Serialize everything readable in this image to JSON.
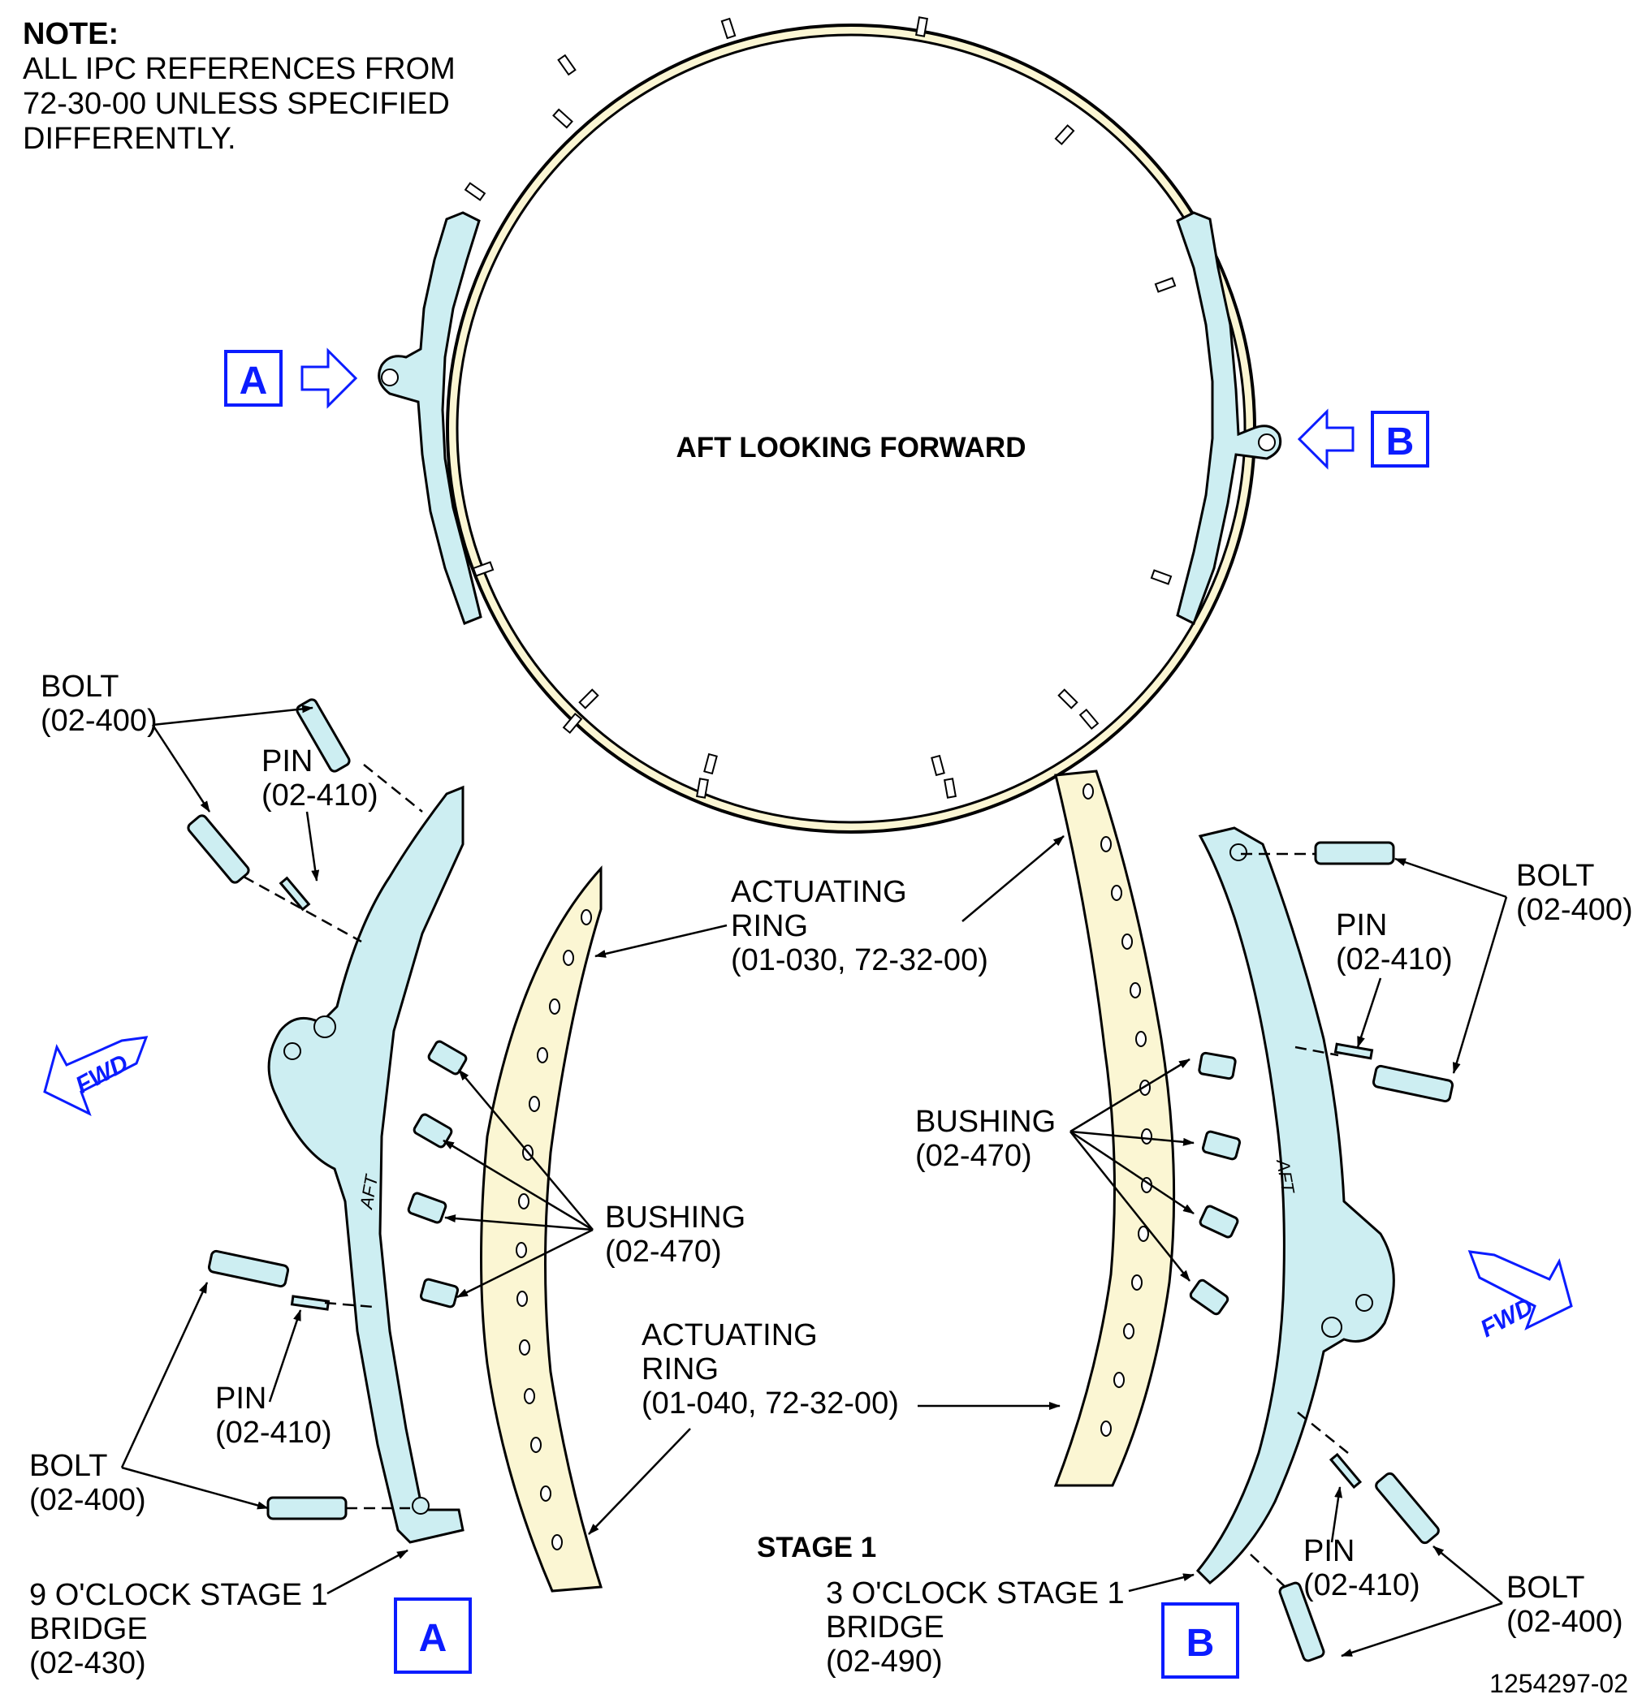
{
  "note": {
    "title": "NOTE:",
    "lines": [
      "ALL IPC REFERENCES FROM",
      "72-30-00 UNLESS SPECIFIED",
      "DIFFERENTLY."
    ]
  },
  "main_view": {
    "label": "AFT LOOKING FORWARD",
    "callout_a": "A",
    "callout_b": "B"
  },
  "view_a": {
    "callout": "A",
    "fwd": "FWD",
    "bolt_top": [
      "BOLT",
      "(02-400)"
    ],
    "pin_top": [
      "PIN",
      "(02-410)"
    ],
    "actuating_ring": [
      "ACTUATING",
      "RING",
      "(01-030, 72-32-00)"
    ],
    "bushing": [
      "BUSHING",
      "(02-470)"
    ],
    "actuating_ring_2": [
      "ACTUATING",
      "RING",
      "(01-040, 72-32-00)"
    ],
    "pin_bottom": [
      "PIN",
      "(02-410)"
    ],
    "bolt_bottom": [
      "BOLT",
      "(02-400)"
    ],
    "bridge": [
      "9 O'CLOCK STAGE 1",
      "BRIDGE",
      "(02-430)"
    ],
    "aft_mark": "AFT"
  },
  "view_b": {
    "callout": "B",
    "fwd": "FWD",
    "bolt_top": [
      "BOLT",
      "(02-400)"
    ],
    "pin_top": [
      "PIN",
      "(02-410)"
    ],
    "bushing": [
      "BUSHING",
      "(02-470)"
    ],
    "stage": "STAGE 1",
    "pin_bottom": [
      "PIN",
      "(02-410)"
    ],
    "bolt_bottom": [
      "BOLT",
      "(02-400)"
    ],
    "bridge": [
      "3 O'CLOCK STAGE 1",
      "BRIDGE",
      "(02-490)"
    ],
    "aft_mark": "AFT"
  },
  "figure_id": "1254297-02",
  "colors": {
    "bridge_fill": "#cdeef2",
    "ring_fill": "#fbf6d3",
    "callout_blue": "#0b1cff"
  }
}
